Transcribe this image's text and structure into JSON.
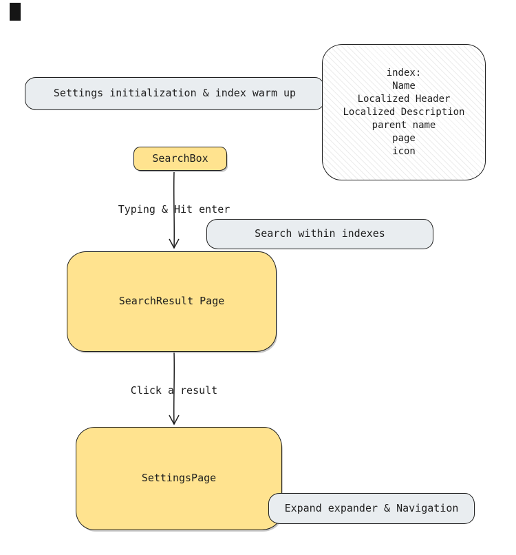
{
  "diagram": {
    "nodes": {
      "init_box": {
        "label": "Settings initialization & index warm up"
      },
      "index_note": {
        "lines": [
          "index:",
          "Name",
          "Localized Header",
          "Localized Description",
          "parent name",
          "page",
          "icon"
        ]
      },
      "search_box": {
        "label": "SearchBox"
      },
      "search_within_box": {
        "label": "Search within indexes"
      },
      "search_result_box": {
        "label": "SearchResult Page"
      },
      "settings_page_box": {
        "label": "SettingsPage"
      },
      "expand_nav_box": {
        "label": "Expand expander & Navigation"
      }
    },
    "edge_labels": {
      "typing": "Typing & Hit enter",
      "click": "Click a result"
    },
    "colors": {
      "yellow_fill": "#ffe38f",
      "gray_fill": "#e9edf0",
      "stroke": "#1e1e1e",
      "hatch": "#dedede"
    }
  }
}
